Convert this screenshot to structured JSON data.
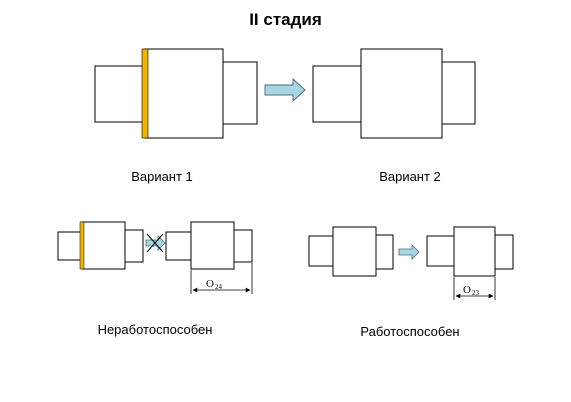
{
  "title": "II стадия",
  "captions": {
    "variant1": "Вариант 1",
    "variant2": "Вариант 2",
    "not_working": "Неработоспособен",
    "working": "Работоспособен"
  },
  "dimensions": {
    "left": {
      "letter": "O",
      "sub": "24"
    },
    "right": {
      "letter": "O",
      "sub": "23"
    }
  },
  "colors": {
    "accent_stripe": "#f0b400",
    "arrow_fill": "#a9d6e3",
    "arrow_stroke": "#4a6e7e",
    "outline": "#000000"
  }
}
